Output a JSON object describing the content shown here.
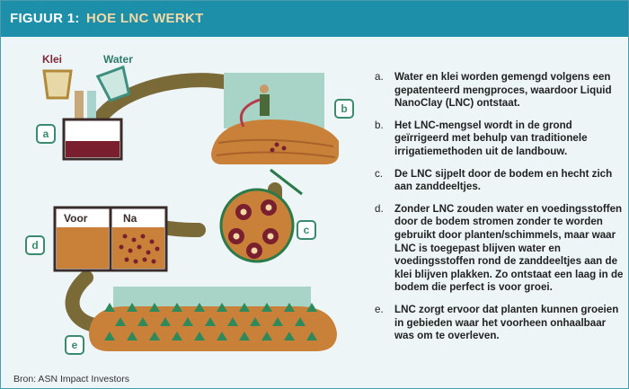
{
  "header": {
    "figure_label": "FIGUUR 1:",
    "title": "HOE LNC WERKT"
  },
  "diagram": {
    "labels": {
      "klei": "Klei",
      "water": "Water",
      "voor": "Voor",
      "na": "Na"
    },
    "badges": [
      "a",
      "b",
      "c",
      "d",
      "e"
    ]
  },
  "steps": [
    {
      "letter": "a.",
      "text": "Water en klei worden gemengd volgens een gepatenteerd mengproces, waardoor Liquid NanoClay (LNC) ontstaat."
    },
    {
      "letter": "b.",
      "text": "Het LNC-mengsel wordt in de grond geïrrigeerd met behulp van traditionele irrigatiemethoden uit de landbouw."
    },
    {
      "letter": "c.",
      "text": "De LNC sijpelt door de bodem en hecht zich aan zanddeeltjes."
    },
    {
      "letter": "d.",
      "text": "Zonder LNC zouden water en voedingsstoffen door de bodem stromen zonder te worden gebruikt door planten/schimmels, maar waar LNC is toegepast blijven water en voedingsstoffen rond de zanddeeltjes aan de klei blijven plakken. Zo ontstaat een laag in de bodem die perfect is voor groei."
    },
    {
      "letter": "e.",
      "text": "LNC zorgt ervoor dat planten kunnen groeien in gebieden waar het voorheen onhaalbaar was om te overleven."
    }
  ],
  "source": "Bron: ASN Impact Investors",
  "colors": {
    "header": "#1d8fa8",
    "title_accent": "#f2d9a6",
    "pipe": "#7a6a38",
    "soil": "#c9813a",
    "clay": "#7a1f2e",
    "plant": "#2e8a5a",
    "badge": "#3a8a6e"
  }
}
